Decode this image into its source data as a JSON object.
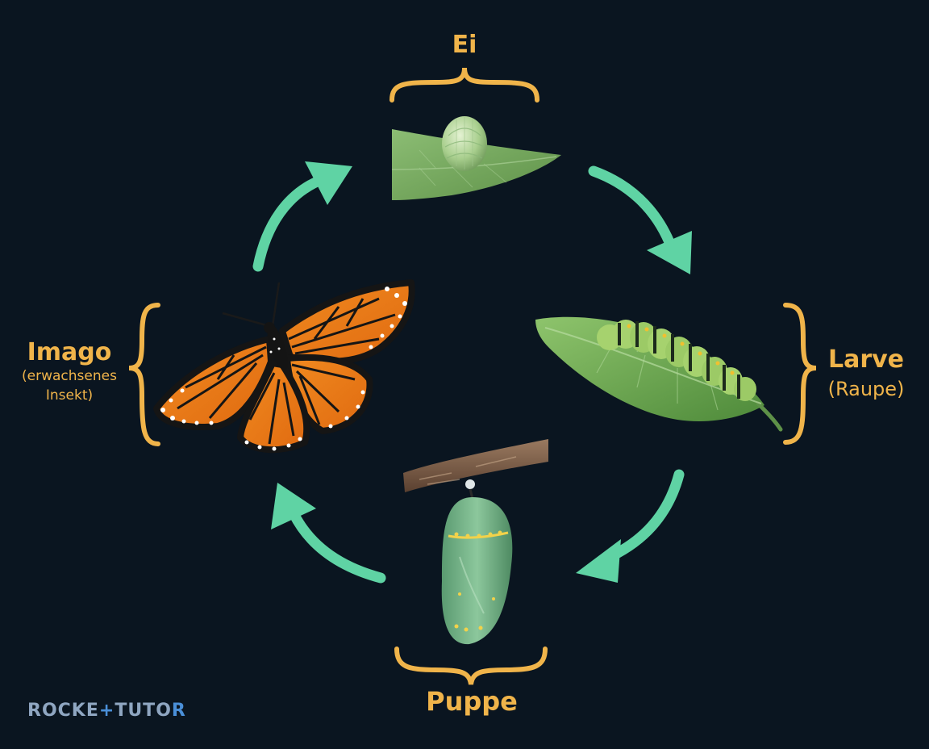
{
  "stages": {
    "egg": {
      "title": "Ei"
    },
    "larva": {
      "title": "Larve",
      "subtitle": "(Raupe)"
    },
    "pupa": {
      "title": "Puppe"
    },
    "imago": {
      "title": "Imago",
      "subtitle_line1": "(erwachsenes",
      "subtitle_line2": "Insekt)"
    }
  },
  "logo": {
    "part1": "ROCKE",
    "plus": "+",
    "part2": "TUTO",
    "part3": "R"
  },
  "colors": {
    "background": "#0a1520",
    "label": "#f0b44a",
    "arrow": "#5fd3a4",
    "logo": "#8fa6c1"
  }
}
